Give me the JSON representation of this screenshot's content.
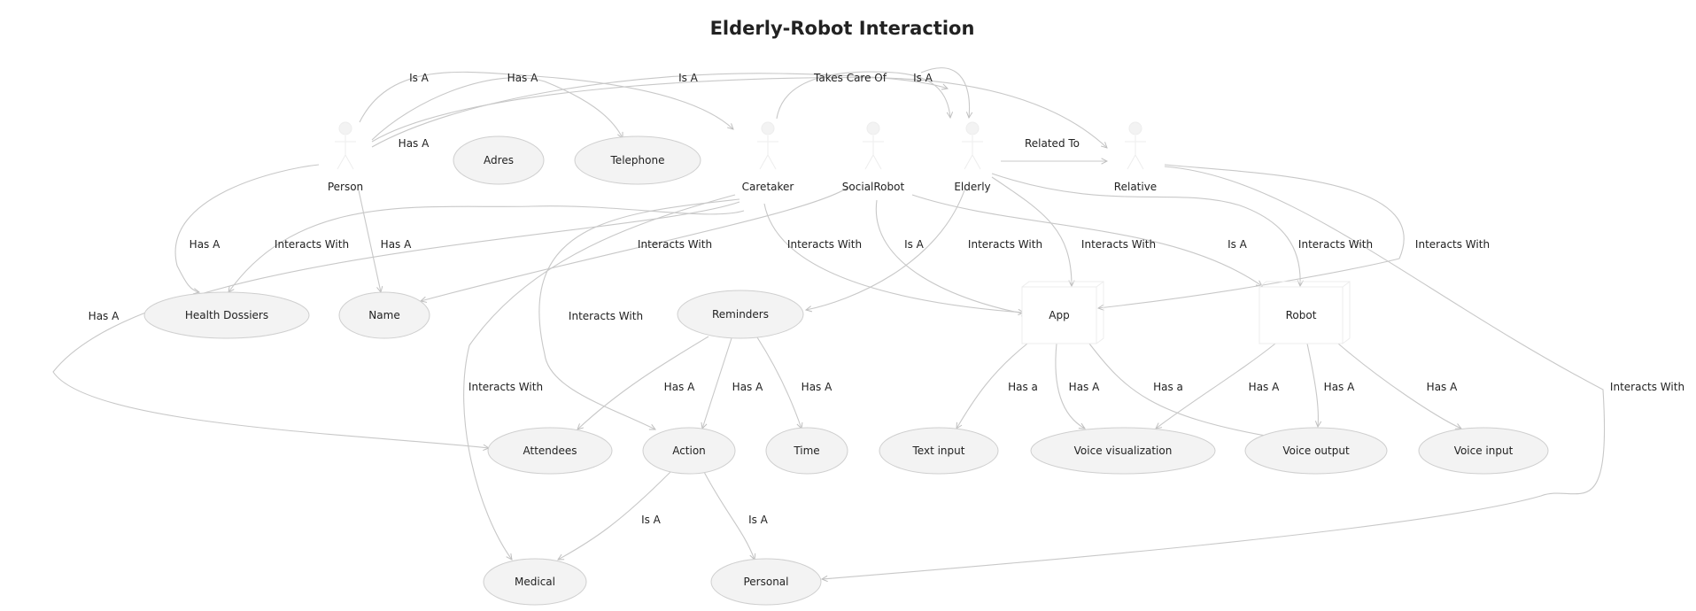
{
  "title": "Elderly-Robot Interaction",
  "colors": {
    "edge": "#c8c8c8",
    "node_fill": "#f3f3f3",
    "text": "#222222"
  },
  "actors": [
    {
      "id": "person",
      "label": "Person"
    },
    {
      "id": "caretaker",
      "label": "Caretaker"
    },
    {
      "id": "socialrobot",
      "label": "SocialRobot"
    },
    {
      "id": "elderly",
      "label": "Elderly"
    },
    {
      "id": "relative",
      "label": "Relative"
    }
  ],
  "usecases": [
    {
      "id": "adres",
      "label": "Adres"
    },
    {
      "id": "telephone",
      "label": "Telephone"
    },
    {
      "id": "health",
      "label": "Health Dossiers"
    },
    {
      "id": "name",
      "label": "Name"
    },
    {
      "id": "reminders",
      "label": "Reminders"
    },
    {
      "id": "attendees",
      "label": "Attendees"
    },
    {
      "id": "action",
      "label": "Action"
    },
    {
      "id": "time",
      "label": "Time"
    },
    {
      "id": "textinput",
      "label": "Text input"
    },
    {
      "id": "voicevis",
      "label": "Voice visualization"
    },
    {
      "id": "voiceout",
      "label": "Voice output"
    },
    {
      "id": "voicein",
      "label": "Voice input"
    },
    {
      "id": "medical",
      "label": "Medical"
    },
    {
      "id": "personal",
      "label": "Personal"
    }
  ],
  "components": [
    {
      "id": "app",
      "label": "App"
    },
    {
      "id": "robot",
      "label": "Robot"
    }
  ],
  "edge_labels": [
    "Is A",
    "Has A",
    "Is A",
    "Takes Care Of",
    "Is A",
    "Has A",
    "Related To",
    "Has A",
    "Interacts With",
    "Has A",
    "Interacts With",
    "Interacts With",
    "Is A",
    "Interacts With",
    "Interacts With",
    "Is A",
    "Interacts With",
    "Interacts With",
    "Has A",
    "Interacts With",
    "Interacts With",
    "Has A",
    "Has A",
    "Has A",
    "Has a",
    "Has A",
    "Has a",
    "Has A",
    "Has A",
    "Has A",
    "Interacts With",
    "Is A",
    "Is A"
  ]
}
